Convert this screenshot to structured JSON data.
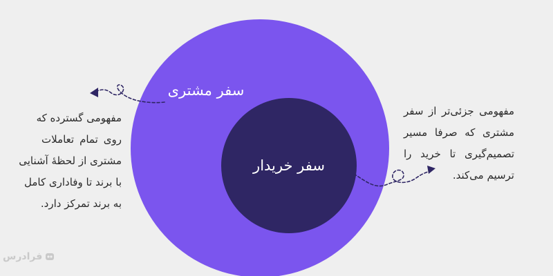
{
  "diagram": {
    "outer_label": "سفر مشتری",
    "inner_label": "سفر خریدار",
    "left_description": [
      "مفهومی گسترده که",
      "روی تمام تعاملات",
      "مشتری از لحظۀ آشنایی",
      "با برند تا وفاداری کامل",
      "به برند تمرکز دارد."
    ],
    "right_description": [
      "مفهومی جزئی‌تر از سفر",
      "مشتری که صرفا مسیر",
      "تصمیم‌گیری تا خرید را",
      "ترسیم می‌کند."
    ]
  },
  "logo": {
    "text": "فرادرس"
  },
  "colors": {
    "background": "#efefef",
    "outer_circle": "#7b55ee",
    "inner_circle": "#2f2664",
    "outer_label": "#ffffff",
    "inner_label": "#ffffff",
    "arrow": "#2f2664",
    "text": "#2b2b2b",
    "logo": "#c9c9c9"
  }
}
